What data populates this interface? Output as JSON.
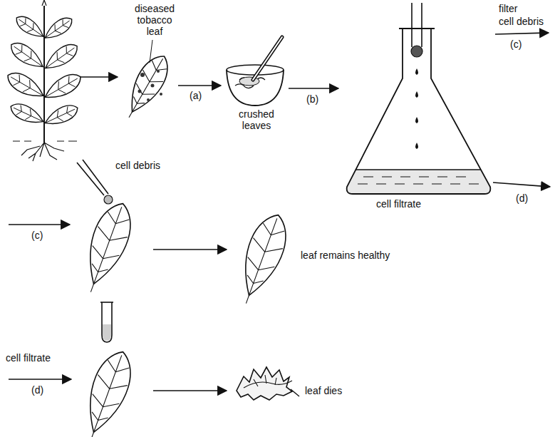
{
  "diagram": {
    "labels": [
      "diseased tobacco leaf",
      "(a)",
      "crushed leaves",
      "(b)",
      "filter",
      "cell debris",
      "(c)",
      "cell filtrate",
      "(d)",
      "cell debris",
      "(c)",
      "leaf remains healthy",
      "cell filtrate",
      "(d)",
      "leaf dies"
    ]
  }
}
